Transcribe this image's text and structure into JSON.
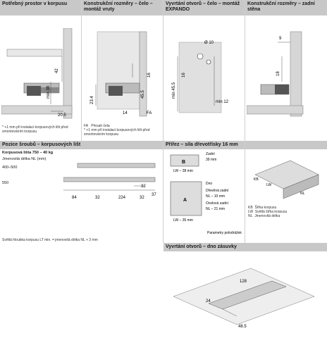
{
  "panels": {
    "p1": {
      "title": "Potřebný prostor v korpusu",
      "dims": [
        "42",
        "min 38",
        "20.5"
      ],
      "note": "+1 mm při instalaci korpusových lišt před smontováním korpusu"
    },
    "p2": {
      "title": "Konstrukční rozměry – čelo – montáž vruty",
      "dims": [
        "16",
        "23.4",
        "45.5",
        "14",
        "FA"
      ],
      "legend_key": "FA",
      "legend_text": "Přesah čela",
      "note": "+1 mm při instalaci korpusových lišt před smontováním korpusu"
    },
    "p3": {
      "title": "Vyvrtání otvorů – čelo – montáž EXPANDO",
      "dims": [
        "Ø 10",
        "min 45.5",
        "16",
        "min 12"
      ]
    },
    "p4": {
      "title": "Konstrukční rozměry – zadní stěna",
      "dims": [
        "9",
        "18"
      ]
    },
    "p5": {
      "title": "Pozice šroubů – korpusových lišt",
      "subtitle": "Korpusová lišta 750 – 40 kg",
      "length_label": "Jmenovitá délka NL (mm)",
      "rows": [
        "400–500",
        "550"
      ],
      "dims": [
        "32",
        "37",
        "84",
        "32",
        "224",
        "32"
      ],
      "footer": "Světlá hloubka korpusu LT min. = jmenovitá délka NL + 3 mm"
    },
    "p6": {
      "title": "Přířez – síla dřevotřísky 16 mm",
      "boxB": {
        "label": "B",
        "side1": "Zadní",
        "side2": "39 mm",
        "dim": "LW – 38 mm"
      },
      "boxA": {
        "label": "A",
        "side": [
          "Dno",
          "Dřevěná zadní",
          "NL – 10 mm",
          "Ocelová zadní",
          "NL – 21 mm"
        ],
        "dim": "LW – 35 mm",
        "extra": "Parametry polodrážek"
      }
    },
    "p7": {
      "legend": [
        {
          "key": "KB",
          "text": "Šířka korpusu"
        },
        {
          "key": "LW",
          "text": "Světlá šířka korpusu"
        },
        {
          "key": "NL",
          "text": "Jmenovitá délka"
        }
      ],
      "fig_labels": [
        "KB",
        "LW",
        "NL"
      ]
    },
    "p8": {
      "title": "Vyvrtání otvorů – dno zásuvky",
      "dims": [
        "128",
        "24",
        "48.5"
      ]
    }
  }
}
